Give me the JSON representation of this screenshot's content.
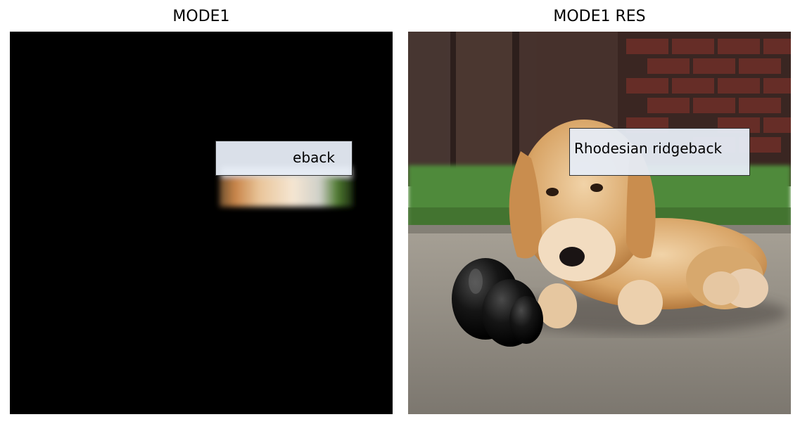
{
  "panels": [
    {
      "title": "MODE1"
    },
    {
      "title": "MODE1 RES"
    }
  ],
  "labels": {
    "left_partial": "eback",
    "right_full": "Rhodesian ridgeback"
  },
  "colors": {
    "background": "#000000",
    "label_box": "#e6ecf6",
    "puppy_fur": "#d9a56a",
    "pavement": "#8a8378",
    "brick": "#5a3028",
    "grass": "#4f8a3a",
    "toy": "#111111"
  },
  "image_content": {
    "left": "masked-image",
    "right": "puppy-photo"
  }
}
